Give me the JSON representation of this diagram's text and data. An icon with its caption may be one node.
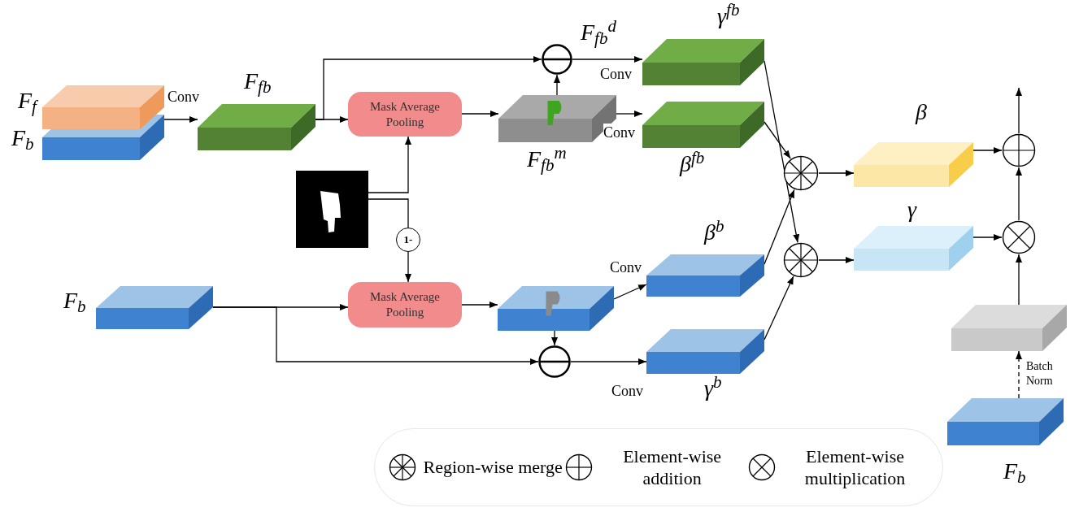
{
  "diagram": {
    "nodes": [
      {
        "text": [],
        "shape": "box",
        "beside": [
          "F$_{f}$",
          "F$_{b}$"
        ]
      },
      {
        "text": [],
        "shape": "box",
        "beside": [
          "F$_{fb}$"
        ]
      },
      {
        "text": [
          "Mask Average Pooling"
        ]
      },
      {
        "text": [],
        "shape": "picture"
      },
      {
        "text": [
          "1-"
        ]
      },
      {
        "text": [],
        "shape": "circle",
        "beside": [
          "F$_{fb}$$^{d}$"
        ]
      },
      {
        "text": [],
        "shape": "box",
        "beside": [
          "F$_{fb}$$^{m}$"
        ]
      },
      {
        "text": [],
        "shape": "box",
        "beside": [
          "γ$^{fb}$"
        ]
      },
      {
        "text": [],
        "shape": "box",
        "beside": [
          "β$^{fb}$"
        ]
      },
      {
        "text": [],
        "shape": "box",
        "beside": [
          "F$_{b}$"
        ]
      },
      {
        "text": [
          "Mask Average Pooling"
        ]
      },
      {
        "text": [],
        "shape": "box"
      },
      {
        "text": [],
        "shape": "circle"
      },
      {
        "text": [],
        "shape": "box",
        "beside": [
          "β$^{b}$"
        ]
      },
      {
        "text": [],
        "shape": "box",
        "beside": [
          "γ$^{b}$"
        ]
      },
      {
        "text": [],
        "shape": "circle"
      },
      {
        "text": [],
        "shape": "circle"
      },
      {
        "text": [],
        "shape": "box",
        "beside": [
          "β"
        ]
      },
      {
        "text": [],
        "shape": "box",
        "beside": [
          "γ"
        ]
      },
      {
        "text": [],
        "shape": "circle"
      },
      {
        "text": [],
        "shape": "circle"
      },
      {
        "text": [],
        "shape": "box"
      },
      {
        "text": [],
        "shape": "box",
        "beside": [
          "F$_{b}$"
        ]
      }
    ],
    "edges": [
      {
        "from": 0,
        "to": 1,
        "arrow": "to",
        "label": "Conv"
      },
      {
        "from": 1,
        "to": 5,
        "arrow": "to"
      },
      {
        "from": 1,
        "to": 2,
        "arrow": "to"
      },
      {
        "from": 2,
        "to": 6,
        "arrow": "to"
      },
      {
        "from": 6,
        "to": 5,
        "arrow": "to"
      },
      {
        "from": 5,
        "to": 7,
        "arrow": "to",
        "label": "Conv"
      },
      {
        "from": 6,
        "to": 8,
        "arrow": "to",
        "label": "Conv"
      },
      {
        "from": 3,
        "to": 2,
        "arrow": "to"
      },
      {
        "from": 3,
        "to": 4,
        "arrow": "none"
      },
      {
        "from": 4,
        "to": 10,
        "arrow": "to"
      },
      {
        "from": 9,
        "to": 10,
        "arrow": "to"
      },
      {
        "from": 9,
        "to": 12,
        "arrow": "to"
      },
      {
        "from": 10,
        "to": 11,
        "arrow": "to"
      },
      {
        "from": 11,
        "to": 12,
        "arrow": "to"
      },
      {
        "from": 11,
        "to": 13,
        "arrow": "to",
        "label": "Conv"
      },
      {
        "from": 12,
        "to": 14,
        "arrow": "to",
        "label": "Conv"
      },
      {
        "from": 7,
        "to": 16,
        "arrow": "to"
      },
      {
        "from": 8,
        "to": 15,
        "arrow": "to"
      },
      {
        "from": 13,
        "to": 15,
        "arrow": "to"
      },
      {
        "from": 14,
        "to": 16,
        "arrow": "to"
      },
      {
        "from": 15,
        "to": 17,
        "arrow": "to"
      },
      {
        "from": 16,
        "to": 18,
        "arrow": "to"
      },
      {
        "from": 17,
        "to": 19,
        "arrow": "to"
      },
      {
        "from": 18,
        "to": 20,
        "arrow": "to"
      },
      {
        "from": 20,
        "to": 19,
        "arrow": "to"
      },
      {
        "from": 21,
        "to": 20,
        "arrow": "to"
      },
      {
        "from": 22,
        "to": 21,
        "arrow": "to",
        "style": "dashed",
        "label": "Batch Norm"
      },
      {
        "from": 19,
        "to": null,
        "arrow": "to"
      }
    ],
    "legend": [
      {
        "text": "Region-wise merge"
      },
      {
        "text": "Element-wise addition"
      },
      {
        "text": "Element-wise multiplication"
      }
    ]
  }
}
